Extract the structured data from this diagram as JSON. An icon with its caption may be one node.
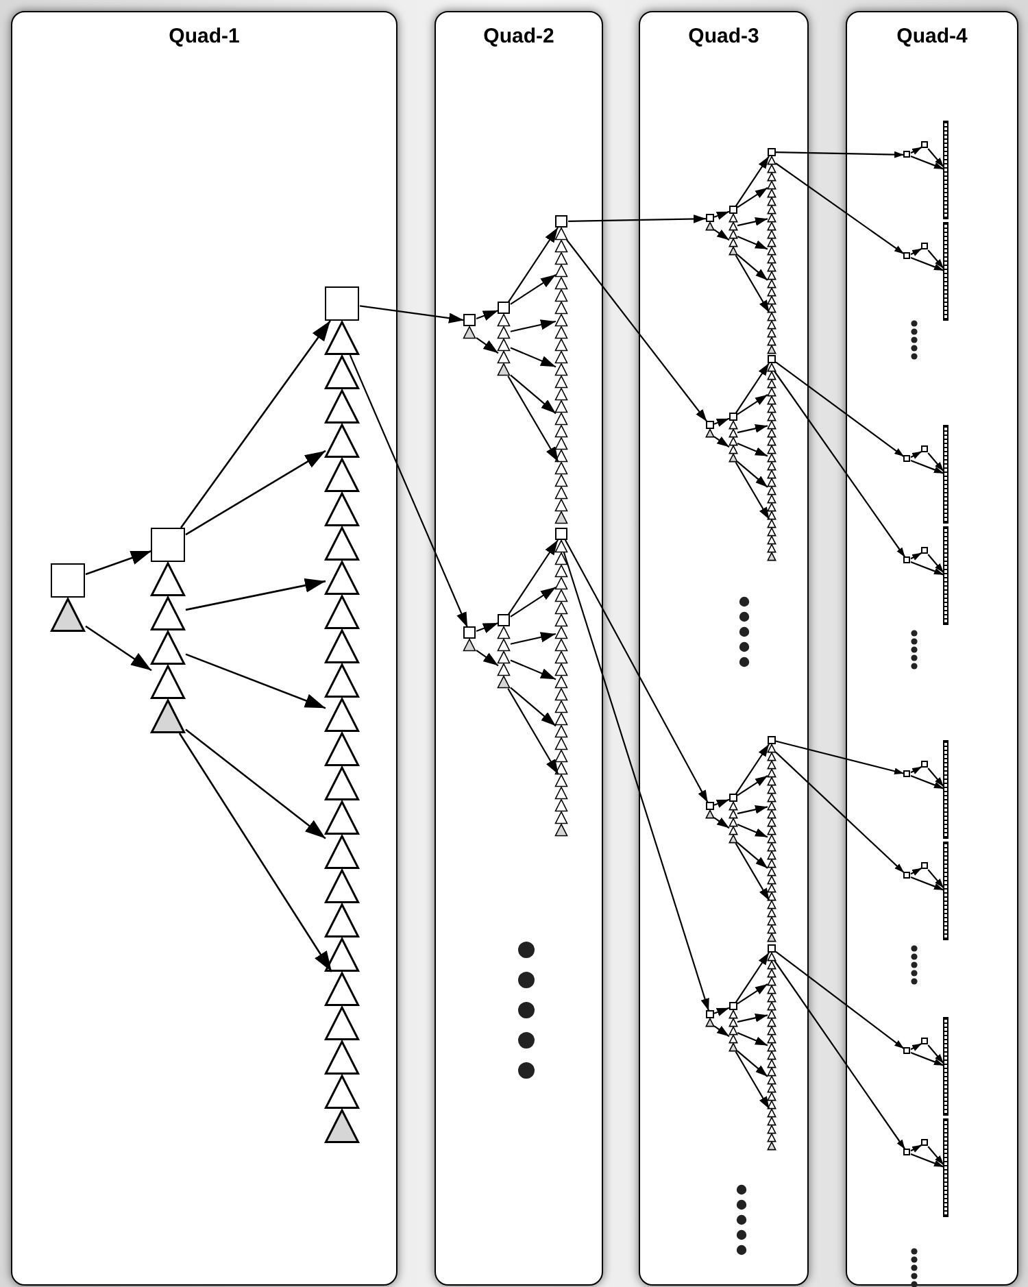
{
  "diagram": {
    "nodes": [
      {
        "text": [
          "Quad-1"
        ]
      },
      {
        "text": [],
        "shape": "box",
        "in": 0
      },
      {
        "text": [],
        "shape": "triangle",
        "in": 0
      },
      {
        "text": [],
        "shape": "box",
        "in": 0
      },
      {
        "text": [],
        "shape": "triangle",
        "in": 0
      },
      {
        "text": [],
        "shape": "triangle",
        "in": 0
      },
      {
        "text": [],
        "shape": "triangle",
        "in": 0
      },
      {
        "text": [],
        "shape": "triangle",
        "in": 0
      },
      {
        "text": [],
        "shape": "triangle",
        "in": 0
      },
      {
        "text": [],
        "shape": "box",
        "in": 0
      },
      {
        "text": [],
        "shape": "triangle",
        "in": 0
      },
      {
        "text": [],
        "shape": "triangle",
        "in": 0
      },
      {
        "text": [],
        "shape": "triangle",
        "in": 0
      },
      {
        "text": [],
        "shape": "triangle",
        "in": 0
      },
      {
        "text": [],
        "shape": "triangle",
        "in": 0
      },
      {
        "text": [],
        "shape": "triangle",
        "in": 0
      },
      {
        "text": [],
        "shape": "triangle",
        "in": 0
      },
      {
        "text": [],
        "shape": "triangle",
        "in": 0
      },
      {
        "text": [],
        "shape": "triangle",
        "in": 0
      },
      {
        "text": [],
        "shape": "triangle",
        "in": 0
      },
      {
        "text": [],
        "shape": "triangle",
        "in": 0
      },
      {
        "text": [],
        "shape": "triangle",
        "in": 0
      },
      {
        "text": [],
        "shape": "triangle",
        "in": 0
      },
      {
        "text": [],
        "shape": "triangle",
        "in": 0
      },
      {
        "text": [],
        "shape": "triangle",
        "in": 0
      },
      {
        "text": [],
        "shape": "triangle",
        "in": 0
      },
      {
        "text": [],
        "shape": "triangle",
        "in": 0
      },
      {
        "text": [],
        "shape": "triangle",
        "in": 0
      },
      {
        "text": [],
        "shape": "triangle",
        "in": 0
      },
      {
        "text": [],
        "shape": "triangle",
        "in": 0
      },
      {
        "text": [],
        "shape": "triangle",
        "in": 0
      },
      {
        "text": [],
        "shape": "triangle",
        "in": 0
      },
      {
        "text": [],
        "shape": "triangle",
        "in": 0
      },
      {
        "text": [],
        "shape": "triangle",
        "in": 0
      },
      {
        "text": [
          "Quad-2"
        ]
      },
      {
        "text": [],
        "shape": "box",
        "in": 34
      },
      {
        "text": [],
        "shape": "triangle",
        "in": 34
      },
      {
        "text": [],
        "shape": "box",
        "in": 34
      },
      {
        "text": [],
        "shape": "triangle",
        "in": 34
      },
      {
        "text": [],
        "shape": "triangle",
        "in": 34
      },
      {
        "text": [],
        "shape": "triangle",
        "in": 34
      },
      {
        "text": [],
        "shape": "triangle",
        "in": 34
      },
      {
        "text": [],
        "shape": "triangle",
        "in": 34
      },
      {
        "text": [],
        "shape": "box",
        "in": 34
      },
      {
        "text": [],
        "shape": "triangle",
        "in": 34
      },
      {
        "text": [],
        "shape": "triangle",
        "in": 34
      },
      {
        "text": [],
        "shape": "triangle",
        "in": 34
      },
      {
        "text": [],
        "shape": "triangle",
        "in": 34
      },
      {
        "text": [],
        "shape": "triangle",
        "in": 34
      },
      {
        "text": [],
        "shape": "triangle",
        "in": 34
      },
      {
        "text": [],
        "shape": "triangle",
        "in": 34
      },
      {
        "text": [],
        "shape": "triangle",
        "in": 34
      },
      {
        "text": [],
        "shape": "triangle",
        "in": 34
      },
      {
        "text": [],
        "shape": "triangle",
        "in": 34
      },
      {
        "text": [],
        "shape": "triangle",
        "in": 34
      },
      {
        "text": [],
        "shape": "triangle",
        "in": 34
      },
      {
        "text": [],
        "shape": "triangle",
        "in": 34
      },
      {
        "text": [],
        "shape": "triangle",
        "in": 34
      },
      {
        "text": [],
        "shape": "triangle",
        "in": 34
      },
      {
        "text": [],
        "shape": "triangle",
        "in": 34
      },
      {
        "text": [],
        "shape": "triangle",
        "in": 34
      },
      {
        "text": [],
        "shape": "triangle",
        "in": 34
      },
      {
        "text": [],
        "shape": "triangle",
        "in": 34
      },
      {
        "text": [],
        "shape": "triangle",
        "in": 34
      },
      {
        "text": [],
        "shape": "triangle",
        "in": 34
      },
      {
        "text": [],
        "shape": "triangle",
        "in": 34
      },
      {
        "text": [],
        "shape": "triangle",
        "in": 34
      },
      {
        "text": [],
        "shape": "triangle",
        "in": 34
      },
      {
        "text": [],
        "shape": "box",
        "in": 34
      },
      {
        "text": [],
        "shape": "triangle",
        "in": 34
      },
      {
        "text": [],
        "shape": "box",
        "in": 34
      },
      {
        "text": [],
        "shape": "triangle",
        "in": 34
      },
      {
        "text": [],
        "shape": "triangle",
        "in": 34
      },
      {
        "text": [],
        "shape": "triangle",
        "in": 34
      },
      {
        "text": [],
        "shape": "triangle",
        "in": 34
      },
      {
        "text": [],
        "shape": "triangle",
        "in": 34
      },
      {
        "text": [],
        "shape": "box",
        "in": 34
      },
      {
        "text": [],
        "shape": "triangle",
        "in": 34
      },
      {
        "text": [],
        "shape": "triangle",
        "in": 34
      },
      {
        "text": [],
        "shape": "triangle",
        "in": 34
      },
      {
        "text": [],
        "shape": "triangle",
        "in": 34
      },
      {
        "text": [],
        "shape": "triangle",
        "in": 34
      },
      {
        "text": [],
        "shape": "triangle",
        "in": 34
      },
      {
        "text": [],
        "shape": "triangle",
        "in": 34
      },
      {
        "text": [],
        "shape": "triangle",
        "in": 34
      },
      {
        "text": [],
        "shape": "triangle",
        "in": 34
      },
      {
        "text": [],
        "shape": "triangle",
        "in": 34
      },
      {
        "text": [],
        "shape": "triangle",
        "in": 34
      },
      {
        "text": [],
        "shape": "triangle",
        "in": 34
      },
      {
        "text": [],
        "shape": "triangle",
        "in": 34
      },
      {
        "text": [],
        "shape": "triangle",
        "in": 34
      },
      {
        "text": [],
        "shape": "triangle",
        "in": 34
      },
      {
        "text": [],
        "shape": "triangle",
        "in": 34
      },
      {
        "text": [],
        "shape": "triangle",
        "in": 34
      },
      {
        "text": [],
        "shape": "triangle",
        "in": 34
      },
      {
        "text": [],
        "shape": "triangle",
        "in": 34
      },
      {
        "text": [],
        "shape": "triangle",
        "in": 34
      },
      {
        "text": [],
        "shape": "triangle",
        "in": 34
      },
      {
        "text": [],
        "shape": "triangle",
        "in": 34
      },
      {
        "text": [],
        "shape": "triangle",
        "in": 34
      },
      {
        "text": [],
        "shape": "triangle",
        "in": 34
      },
      {
        "text": [
          "Quad-3"
        ]
      },
      {
        "text": [],
        "shape": "box",
        "in": 101
      },
      {
        "text": [],
        "shape": "triangle",
        "in": 101
      },
      {
        "text": [],
        "shape": "box",
        "in": 101
      },
      {
        "text": [],
        "shape": "triangle",
        "in": 101
      },
      {
        "text": [],
        "shape": "triangle",
        "in": 101
      },
      {
        "text": [],
        "shape": "triangle",
        "in": 101
      },
      {
        "text": [],
        "shape": "triangle",
        "in": 101
      },
      {
        "text": [],
        "shape": "triangle",
        "in": 101
      },
      {
        "text": [],
        "shape": "box",
        "in": 101
      },
      {
        "text": [],
        "shape": "triangle",
        "in": 101
      },
      {
        "text": [],
        "shape": "triangle",
        "in": 101
      },
      {
        "text": [],
        "shape": "triangle",
        "in": 101
      },
      {
        "text": [],
        "shape": "triangle",
        "in": 101
      },
      {
        "text": [],
        "shape": "triangle",
        "in": 101
      },
      {
        "text": [],
        "shape": "triangle",
        "in": 101
      },
      {
        "text": [],
        "shape": "triangle",
        "in": 101
      },
      {
        "text": [],
        "shape": "triangle",
        "in": 101
      },
      {
        "text": [],
        "shape": "triangle",
        "in": 101
      },
      {
        "text": [],
        "shape": "triangle",
        "in": 101
      },
      {
        "text": [],
        "shape": "triangle",
        "in": 101
      },
      {
        "text": [],
        "shape": "triangle",
        "in": 101
      },
      {
        "text": [],
        "shape": "triangle",
        "in": 101
      },
      {
        "text": [],
        "shape": "triangle",
        "in": 101
      },
      {
        "text": [],
        "shape": "triangle",
        "in": 101
      },
      {
        "text": [],
        "shape": "triangle",
        "in": 101
      },
      {
        "text": [],
        "shape": "triangle",
        "in": 101
      },
      {
        "text": [],
        "shape": "triangle",
        "in": 101
      },
      {
        "text": [],
        "shape": "triangle",
        "in": 101
      },
      {
        "text": [],
        "shape": "triangle",
        "in": 101
      },
      {
        "text": [],
        "shape": "triangle",
        "in": 101
      },
      {
        "text": [],
        "shape": "triangle",
        "in": 101
      },
      {
        "text": [],
        "shape": "triangle",
        "in": 101
      },
      {
        "text": [],
        "shape": "triangle",
        "in": 101
      },
      {
        "text": [],
        "shape": "box",
        "in": 101
      },
      {
        "text": [],
        "shape": "triangle",
        "in": 101
      },
      {
        "text": [],
        "shape": "box",
        "in": 101
      },
      {
        "text": [],
        "shape": "triangle",
        "in": 101
      },
      {
        "text": [],
        "shape": "triangle",
        "in": 101
      },
      {
        "text": [],
        "shape": "triangle",
        "in": 101
      },
      {
        "text": [],
        "shape": "triangle",
        "in": 101
      },
      {
        "text": [],
        "shape": "triangle",
        "in": 101
      },
      {
        "text": [],
        "shape": "box",
        "in": 101
      },
      {
        "text": [],
        "shape": "triangle",
        "in": 101
      },
      {
        "text": [],
        "shape": "triangle",
        "in": 101
      },
      {
        "text": [],
        "shape": "triangle",
        "in": 101
      },
      {
        "text": [],
        "shape": "triangle",
        "in": 101
      },
      {
        "text": [],
        "shape": "triangle",
        "in": 101
      },
      {
        "text": [],
        "shape": "triangle",
        "in": 101
      },
      {
        "text": [],
        "shape": "triangle",
        "in": 101
      },
      {
        "text": [],
        "shape": "triangle",
        "in": 101
      },
      {
        "text": [],
        "shape": "triangle",
        "in": 101
      },
      {
        "text": [],
        "shape": "triangle",
        "in": 101
      },
      {
        "text": [],
        "shape": "triangle",
        "in": 101
      },
      {
        "text": [],
        "shape": "triangle",
        "in": 101
      },
      {
        "text": [],
        "shape": "triangle",
        "in": 101
      },
      {
        "text": [],
        "shape": "triangle",
        "in": 101
      },
      {
        "text": [],
        "shape": "triangle",
        "in": 101
      },
      {
        "text": [],
        "shape": "triangle",
        "in": 101
      },
      {
        "text": [],
        "shape": "triangle",
        "in": 101
      },
      {
        "text": [],
        "shape": "triangle",
        "in": 101
      },
      {
        "text": [],
        "shape": "triangle",
        "in": 101
      },
      {
        "text": [],
        "shape": "triangle",
        "in": 101
      },
      {
        "text": [],
        "shape": "triangle",
        "in": 101
      },
      {
        "text": [],
        "shape": "triangle",
        "in": 101
      },
      {
        "text": [],
        "shape": "triangle",
        "in": 101
      },
      {
        "text": [],
        "shape": "triangle",
        "in": 101
      },
      {
        "text": [],
        "shape": "box",
        "in": 101
      },
      {
        "text": [],
        "shape": "triangle",
        "in": 101
      },
      {
        "text": [],
        "shape": "box",
        "in": 101
      },
      {
        "text": [],
        "shape": "triangle",
        "in": 101
      },
      {
        "text": [],
        "shape": "triangle",
        "in": 101
      },
      {
        "text": [],
        "shape": "triangle",
        "in": 101
      },
      {
        "text": [],
        "shape": "triangle",
        "in": 101
      },
      {
        "text": [],
        "shape": "triangle",
        "in": 101
      },
      {
        "text": [],
        "shape": "box",
        "in": 101
      },
      {
        "text": [],
        "shape": "triangle",
        "in": 101
      },
      {
        "text": [],
        "shape": "triangle",
        "in": 101
      },
      {
        "text": [],
        "shape": "triangle",
        "in": 101
      },
      {
        "text": [],
        "shape": "triangle",
        "in": 101
      },
      {
        "text": [],
        "shape": "triangle",
        "in": 101
      },
      {
        "text": [],
        "shape": "triangle",
        "in": 101
      },
      {
        "text": [],
        "shape": "triangle",
        "in": 101
      },
      {
        "text": [],
        "shape": "triangle",
        "in": 101
      },
      {
        "text": [],
        "shape": "triangle",
        "in": 101
      },
      {
        "text": [],
        "shape": "triangle",
        "in": 101
      },
      {
        "text": [],
        "shape": "triangle",
        "in": 101
      },
      {
        "text": [],
        "shape": "triangle",
        "in": 101
      },
      {
        "text": [],
        "shape": "triangle",
        "in": 101
      },
      {
        "text": [],
        "shape": "triangle",
        "in": 101
      },
      {
        "text": [],
        "shape": "triangle",
        "in": 101
      },
      {
        "text": [],
        "shape": "triangle",
        "in": 101
      },
      {
        "text": [],
        "shape": "triangle",
        "in": 101
      },
      {
        "text": [],
        "shape": "triangle",
        "in": 101
      },
      {
        "text": [],
        "shape": "triangle",
        "in": 101
      },
      {
        "text": [],
        "shape": "triangle",
        "in": 101
      },
      {
        "text": [],
        "shape": "triangle",
        "in": 101
      },
      {
        "text": [],
        "shape": "triangle",
        "in": 101
      },
      {
        "text": [],
        "shape": "triangle",
        "in": 101
      },
      {
        "text": [],
        "shape": "triangle",
        "in": 101
      },
      {
        "text": [],
        "shape": "box",
        "in": 101
      },
      {
        "text": [],
        "shape": "triangle",
        "in": 101
      },
      {
        "text": [],
        "shape": "box",
        "in": 101
      },
      {
        "text": [],
        "shape": "triangle",
        "in": 101
      },
      {
        "text": [],
        "shape": "triangle",
        "in": 101
      },
      {
        "text": [],
        "shape": "triangle",
        "in": 101
      },
      {
        "text": [],
        "shape": "triangle",
        "in": 101
      },
      {
        "text": [],
        "shape": "triangle",
        "in": 101
      },
      {
        "text": [],
        "shape": "box",
        "in": 101
      },
      {
        "text": [],
        "shape": "triangle",
        "in": 101
      },
      {
        "text": [],
        "shape": "triangle",
        "in": 101
      },
      {
        "text": [],
        "shape": "triangle",
        "in": 101
      },
      {
        "text": [],
        "shape": "triangle",
        "in": 101
      },
      {
        "text": [],
        "shape": "triangle",
        "in": 101
      },
      {
        "text": [],
        "shape": "triangle",
        "in": 101
      },
      {
        "text": [],
        "shape": "triangle",
        "in": 101
      },
      {
        "text": [],
        "shape": "triangle",
        "in": 101
      },
      {
        "text": [],
        "shape": "triangle",
        "in": 101
      },
      {
        "text": [],
        "shape": "triangle",
        "in": 101
      },
      {
        "text": [],
        "shape": "triangle",
        "in": 101
      },
      {
        "text": [],
        "shape": "triangle",
        "in": 101
      },
      {
        "text": [],
        "shape": "triangle",
        "in": 101
      },
      {
        "text": [],
        "shape": "triangle",
        "in": 101
      },
      {
        "text": [],
        "shape": "triangle",
        "in": 101
      },
      {
        "text": [],
        "shape": "triangle",
        "in": 101
      },
      {
        "text": [],
        "shape": "triangle",
        "in": 101
      },
      {
        "text": [],
        "shape": "triangle",
        "in": 101
      },
      {
        "text": [],
        "shape": "triangle",
        "in": 101
      },
      {
        "text": [],
        "shape": "triangle",
        "in": 101
      },
      {
        "text": [],
        "shape": "triangle",
        "in": 101
      },
      {
        "text": [],
        "shape": "triangle",
        "in": 101
      },
      {
        "text": [],
        "shape": "triangle",
        "in": 101
      },
      {
        "text": [],
        "shape": "triangle",
        "in": 101
      },
      {
        "text": [
          "Quad-4"
        ]
      },
      {
        "text": [],
        "shape": "box",
        "in": 234
      },
      {
        "text": [],
        "shape": "box",
        "in": 234
      },
      {
        "text": [],
        "shape": "bar",
        "in": 234
      },
      {
        "text": [],
        "shape": "box",
        "in": 234
      },
      {
        "text": [],
        "shape": "box",
        "in": 234
      },
      {
        "text": [],
        "shape": "bar",
        "in": 234
      },
      {
        "text": [],
        "shape": "box",
        "in": 234
      },
      {
        "text": [],
        "shape": "box",
        "in": 234
      },
      {
        "text": [],
        "shape": "bar",
        "in": 234
      },
      {
        "text": [],
        "shape": "box",
        "in": 234
      },
      {
        "text": [],
        "shape": "box",
        "in": 234
      },
      {
        "text": [],
        "shape": "bar",
        "in": 234
      },
      {
        "text": [],
        "shape": "box",
        "in": 234
      },
      {
        "text": [],
        "shape": "box",
        "in": 234
      },
      {
        "text": [],
        "shape": "bar",
        "in": 234
      },
      {
        "text": [],
        "shape": "box",
        "in": 234
      },
      {
        "text": [],
        "shape": "box",
        "in": 234
      },
      {
        "text": [],
        "shape": "bar",
        "in": 234
      },
      {
        "text": [],
        "shape": "box",
        "in": 234
      },
      {
        "text": [],
        "shape": "box",
        "in": 234
      },
      {
        "text": [],
        "shape": "bar",
        "in": 234
      },
      {
        "text": [],
        "shape": "box",
        "in": 234
      },
      {
        "text": [],
        "shape": "box",
        "in": 234
      },
      {
        "text": [],
        "shape": "bar",
        "in": 234
      }
    ],
    "edges": [
      {
        "from": 1,
        "to": 3,
        "arrow": "to"
      },
      {
        "from": 2,
        "to": 7,
        "arrow": "to"
      },
      {
        "from": 3,
        "to": 9,
        "arrow": "to"
      },
      {
        "from": 3,
        "to": 13,
        "arrow": "to"
      },
      {
        "from": 5,
        "to": 17,
        "arrow": "to"
      },
      {
        "from": 6,
        "to": 21,
        "arrow": "to"
      },
      {
        "from": 8,
        "to": 25,
        "arrow": "to"
      },
      {
        "from": 8,
        "to": 29,
        "arrow": "to"
      },
      {
        "from": 9,
        "to": 35,
        "arrow": "to"
      },
      {
        "from": 10,
        "to": 68,
        "arrow": "to"
      },
      {
        "from": 35,
        "to": 37,
        "arrow": "to"
      },
      {
        "from": 36,
        "to": 41,
        "arrow": "to"
      },
      {
        "from": 37,
        "to": 43,
        "arrow": "to"
      },
      {
        "from": 37,
        "to": 47,
        "arrow": "to"
      },
      {
        "from": 39,
        "to": 51,
        "arrow": "to"
      },
      {
        "from": 40,
        "to": 55,
        "arrow": "to"
      },
      {
        "from": 42,
        "to": 59,
        "arrow": "to"
      },
      {
        "from": 42,
        "to": 63,
        "arrow": "to"
      },
      {
        "from": 43,
        "to": 102,
        "arrow": "to"
      },
      {
        "from": 44,
        "to": 135,
        "arrow": "to"
      },
      {
        "from": 68,
        "to": 70,
        "arrow": "to"
      },
      {
        "from": 69,
        "to": 74,
        "arrow": "to"
      },
      {
        "from": 70,
        "to": 76,
        "arrow": "to"
      },
      {
        "from": 70,
        "to": 80,
        "arrow": "to"
      },
      {
        "from": 72,
        "to": 84,
        "arrow": "to"
      },
      {
        "from": 73,
        "to": 88,
        "arrow": "to"
      },
      {
        "from": 75,
        "to": 92,
        "arrow": "to"
      },
      {
        "from": 75,
        "to": 96,
        "arrow": "to"
      },
      {
        "from": 76,
        "to": 168,
        "arrow": "to"
      },
      {
        "from": 77,
        "to": 201,
        "arrow": "to"
      },
      {
        "from": 102,
        "to": 104,
        "arrow": "to"
      },
      {
        "from": 103,
        "to": 108,
        "arrow": "to"
      },
      {
        "from": 104,
        "to": 110,
        "arrow": "to"
      },
      {
        "from": 104,
        "to": 114,
        "arrow": "to"
      },
      {
        "from": 106,
        "to": 118,
        "arrow": "to"
      },
      {
        "from": 107,
        "to": 122,
        "arrow": "to"
      },
      {
        "from": 109,
        "to": 126,
        "arrow": "to"
      },
      {
        "from": 109,
        "to": 130,
        "arrow": "to"
      },
      {
        "from": 110,
        "to": 235,
        "arrow": "to"
      },
      {
        "from": 111,
        "to": 238,
        "arrow": "to"
      },
      {
        "from": 135,
        "to": 137,
        "arrow": "to"
      },
      {
        "from": 136,
        "to": 141,
        "arrow": "to"
      },
      {
        "from": 137,
        "to": 143,
        "arrow": "to"
      },
      {
        "from": 137,
        "to": 147,
        "arrow": "to"
      },
      {
        "from": 139,
        "to": 151,
        "arrow": "to"
      },
      {
        "from": 140,
        "to": 155,
        "arrow": "to"
      },
      {
        "from": 142,
        "to": 159,
        "arrow": "to"
      },
      {
        "from": 142,
        "to": 163,
        "arrow": "to"
      },
      {
        "from": 143,
        "to": 241,
        "arrow": "to"
      },
      {
        "from": 144,
        "to": 244,
        "arrow": "to"
      },
      {
        "from": 168,
        "to": 170,
        "arrow": "to"
      },
      {
        "from": 169,
        "to": 174,
        "arrow": "to"
      },
      {
        "from": 170,
        "to": 176,
        "arrow": "to"
      },
      {
        "from": 170,
        "to": 180,
        "arrow": "to"
      },
      {
        "from": 172,
        "to": 184,
        "arrow": "to"
      },
      {
        "from": 173,
        "to": 188,
        "arrow": "to"
      },
      {
        "from": 175,
        "to": 192,
        "arrow": "to"
      },
      {
        "from": 175,
        "to": 196,
        "arrow": "to"
      },
      {
        "from": 176,
        "to": 247,
        "arrow": "to"
      },
      {
        "from": 177,
        "to": 250,
        "arrow": "to"
      },
      {
        "from": 201,
        "to": 203,
        "arrow": "to"
      },
      {
        "from": 202,
        "to": 207,
        "arrow": "to"
      },
      {
        "from": 203,
        "to": 209,
        "arrow": "to"
      },
      {
        "from": 203,
        "to": 213,
        "arrow": "to"
      },
      {
        "from": 205,
        "to": 217,
        "arrow": "to"
      },
      {
        "from": 206,
        "to": 221,
        "arrow": "to"
      },
      {
        "from": 208,
        "to": 225,
        "arrow": "to"
      },
      {
        "from": 208,
        "to": 229,
        "arrow": "to"
      },
      {
        "from": 209,
        "to": 253,
        "arrow": "to"
      },
      {
        "from": 210,
        "to": 256,
        "arrow": "to"
      },
      {
        "from": 235,
        "to": 236,
        "arrow": "to"
      },
      {
        "from": 235,
        "to": 237,
        "arrow": "to"
      },
      {
        "from": 236,
        "to": 237,
        "arrow": "to"
      },
      {
        "from": 238,
        "to": 239,
        "arrow": "to"
      },
      {
        "from": 238,
        "to": 240,
        "arrow": "to"
      },
      {
        "from": 239,
        "to": 240,
        "arrow": "to"
      },
      {
        "from": 241,
        "to": 242,
        "arrow": "to"
      },
      {
        "from": 241,
        "to": 243,
        "arrow": "to"
      },
      {
        "from": 242,
        "to": 243,
        "arrow": "to"
      },
      {
        "from": 244,
        "to": 245,
        "arrow": "to"
      },
      {
        "from": 244,
        "to": 246,
        "arrow": "to"
      },
      {
        "from": 245,
        "to": 246,
        "arrow": "to"
      },
      {
        "from": 247,
        "to": 248,
        "arrow": "to"
      },
      {
        "from": 247,
        "to": 249,
        "arrow": "to"
      },
      {
        "from": 248,
        "to": 249,
        "arrow": "to"
      },
      {
        "from": 250,
        "to": 251,
        "arrow": "to"
      },
      {
        "from": 250,
        "to": 252,
        "arrow": "to"
      },
      {
        "from": 251,
        "to": 252,
        "arrow": "to"
      },
      {
        "from": 253,
        "to": 254,
        "arrow": "to"
      },
      {
        "from": 253,
        "to": 255,
        "arrow": "to"
      },
      {
        "from": 254,
        "to": 255,
        "arrow": "to"
      },
      {
        "from": 256,
        "to": 257,
        "arrow": "to"
      },
      {
        "from": 256,
        "to": 258,
        "arrow": "to"
      },
      {
        "from": 257,
        "to": 258,
        "arrow": "to"
      }
    ]
  }
}
